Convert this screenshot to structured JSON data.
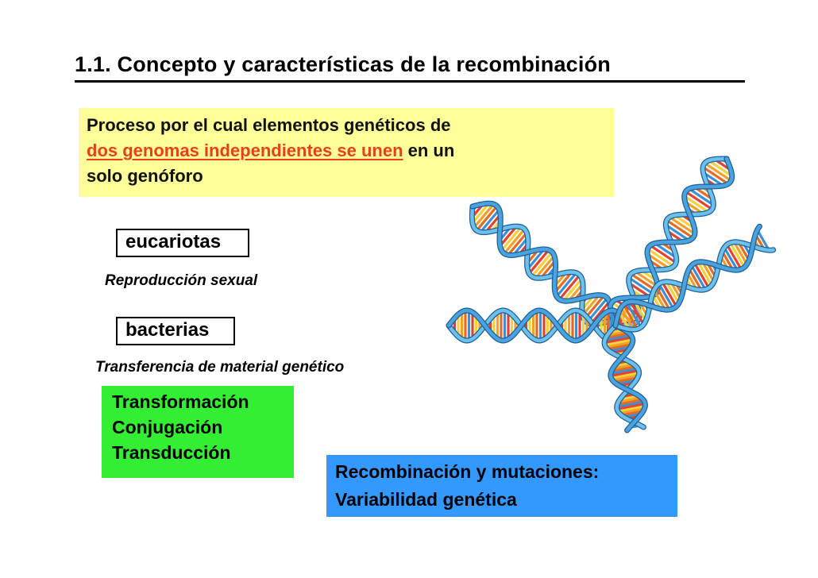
{
  "slide": {
    "title": "1.1. Concepto y características de la recombinación",
    "definition": {
      "part1": "Proceso por el cual elementos genéticos de",
      "highlight": "dos genomas independientes se unen",
      "part2": " en un",
      "part3": "solo genóforo"
    },
    "eukaryotes": {
      "label": "eucariotas",
      "note": "Reproducción sexual"
    },
    "bacteria": {
      "label": "bacterias",
      "note": "Transferencia de material genético"
    },
    "mechanisms": [
      "Transformación",
      "Conjugación",
      "Transducción"
    ],
    "conclusion": {
      "line1": "Recombinación y mutaciones:",
      "line2": " Variabilidad genética"
    }
  },
  "colors": {
    "definition_bg": "#ffff99",
    "highlight_text": "#e8401c",
    "mechanisms_bg": "#33ee33",
    "conclusion_bg": "#3399ff"
  },
  "illustration": {
    "icon": "dna-double-helix-recombination-icon"
  }
}
